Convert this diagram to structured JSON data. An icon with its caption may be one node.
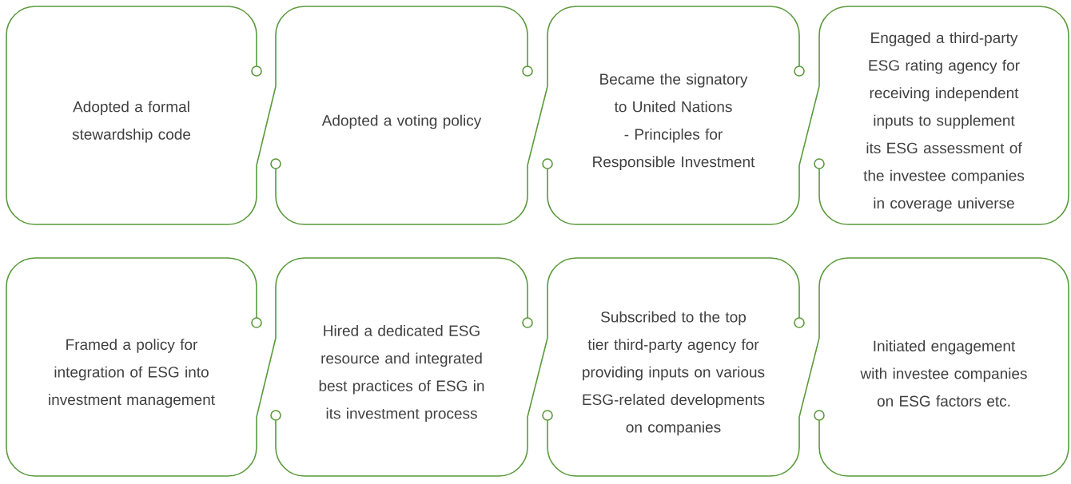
{
  "diagram": {
    "nodes": [
      {
        "text": [
          "Adopted a formal stewardship code"
        ]
      },
      {
        "text": [
          "Adopted a voting policy"
        ]
      },
      {
        "text": [
          "Became the signatory to United Nations - Principles for Responsible Investment"
        ]
      },
      {
        "text": [
          "Engaged a third-party ESG rating agency for receiving independent inputs to supplement its ESG assessment of the investee companies in coverage universe"
        ]
      },
      {
        "text": [
          "Framed a policy for integration of ESG into investment management"
        ]
      },
      {
        "text": [
          "Hired a dedicated ESG resource and integrated best practices of ESG in its investment process"
        ]
      },
      {
        "text": [
          "Subscribed to the top tier third-party agency for providing inputs on various ESG-related developments on companies"
        ]
      },
      {
        "text": [
          "Initiated engagement with investee companies on ESG factors etc."
        ]
      }
    ]
  }
}
